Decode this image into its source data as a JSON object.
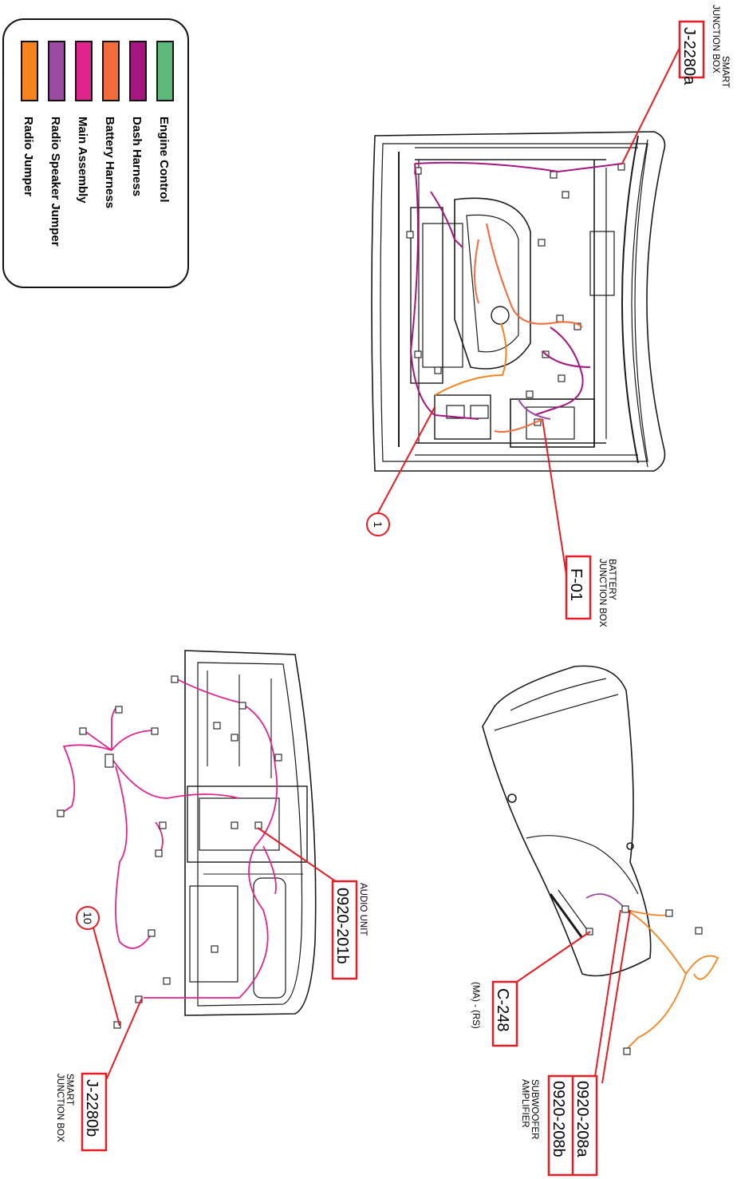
{
  "legend": {
    "items": [
      {
        "label": "Engine Control",
        "color": "#5fb87c"
      },
      {
        "label": "Dash Harness",
        "color": "#a3177e"
      },
      {
        "label": "Battery Harness",
        "color": "#f26b3a"
      },
      {
        "label": "Main Assembly",
        "color": "#e0248e"
      },
      {
        "label": "Radio Speaker Jumper",
        "color": "#9a4aa0"
      },
      {
        "label": "Radio Jumper",
        "color": "#f7831f"
      }
    ]
  },
  "callouts": {
    "j2280a": {
      "code": "J-2280a",
      "desc1": "SMART",
      "desc2": "JUNCTION BOX"
    },
    "f01": {
      "code": "F-01",
      "desc1": "BATTERY",
      "desc2": "JUNCTION BOX"
    },
    "audio": {
      "code": "0920-201b",
      "desc1": "AUDIO UNIT"
    },
    "c248": {
      "code": "C-248",
      "desc1": "(MA) - (RS)"
    },
    "sub": {
      "code_a": "0920-208a",
      "code_b": "0920-208b",
      "desc1": "SUBWOOFER",
      "desc2": "AMPLIFIER"
    },
    "j2280b": {
      "code": "J-2280b",
      "desc1": "SMART",
      "desc2": "JUNCTION BOX"
    }
  },
  "markers": {
    "m1": "1",
    "m10": "10"
  },
  "colors": {
    "callout": "#e31e24",
    "line": "#1a1a1a"
  }
}
